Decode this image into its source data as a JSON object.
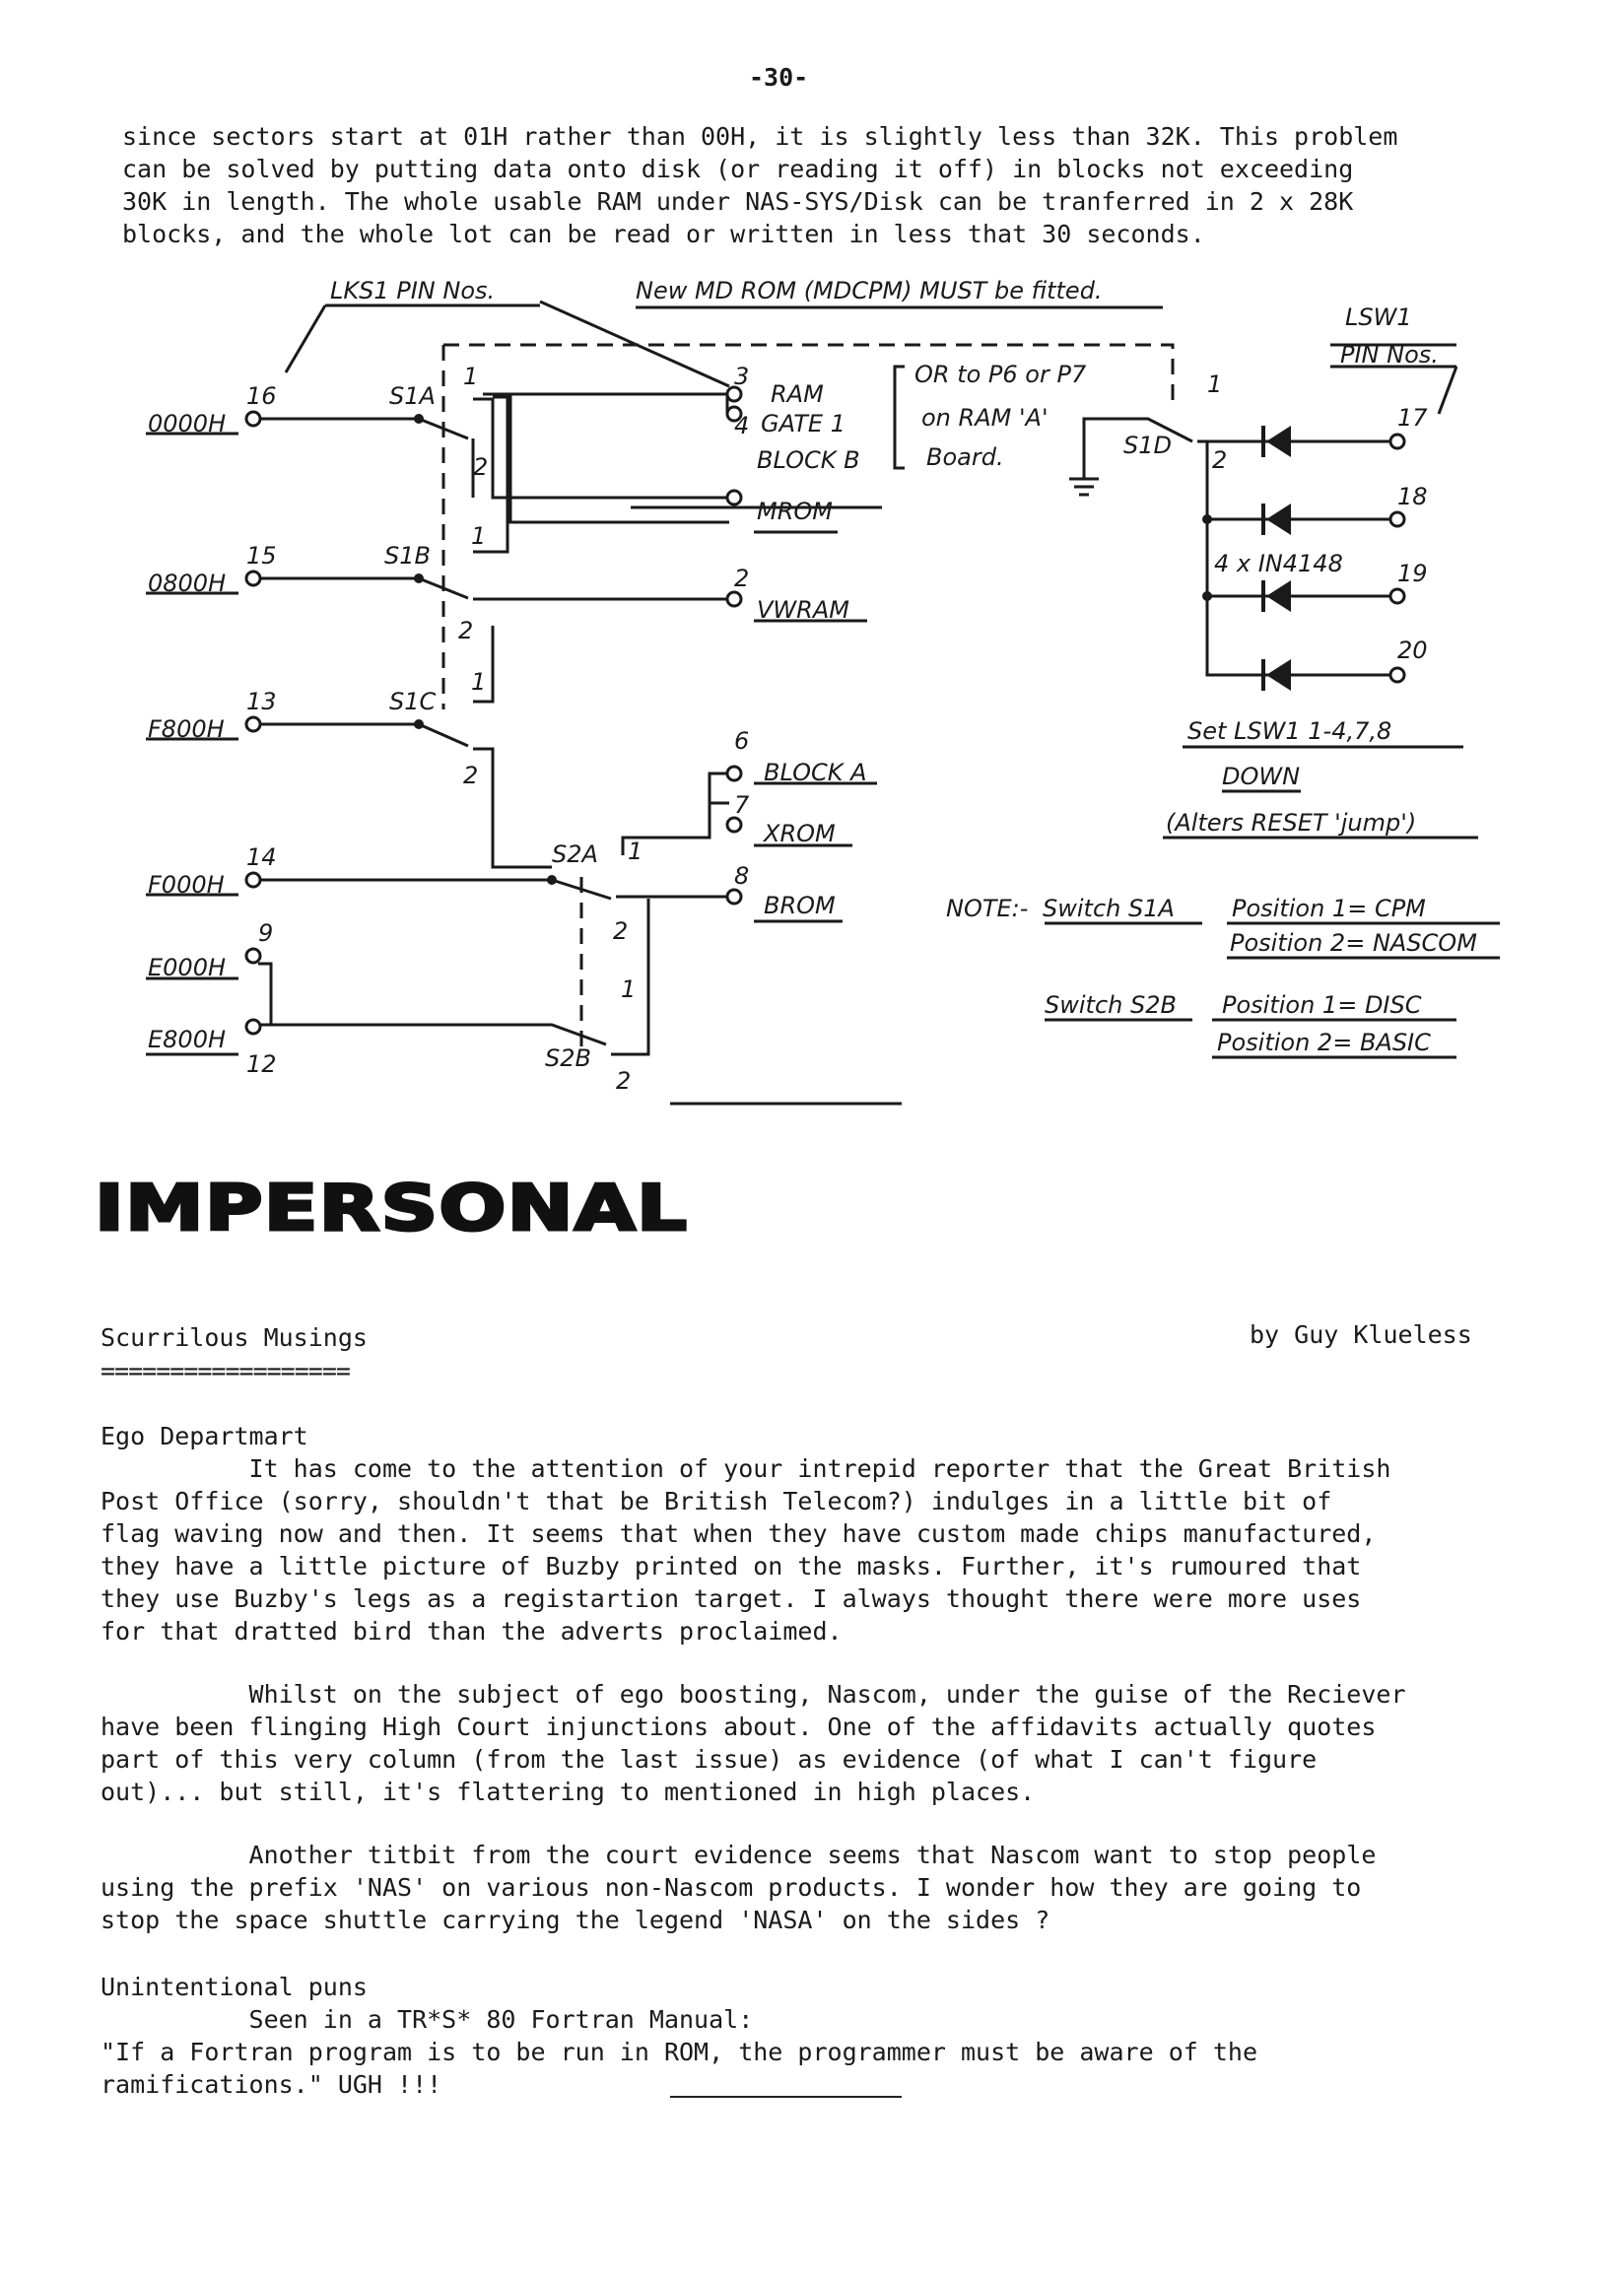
{
  "page_number": "-30-",
  "intro_lines": [
    "since sectors start at 01H rather than 00H, it is slightly less than 32K. This problem",
    "can be solved by putting data onto disk (or reading it off) in blocks not exceeding",
    "30K in length. The whole usable RAM under NAS-SYS/Disk can be tranferred in 2 x 28K",
    "blocks, and the whole lot can be read or written in less that 30 seconds."
  ],
  "diagram": {
    "lks1_label": "LKS1 PIN Nos.",
    "mdrom_note": "New MD ROM (MDCPM) MUST be fitted.",
    "lsw1_label_1": "LSW1",
    "lsw1_label_2": "PIN Nos.",
    "addr_0000": "0000H",
    "addr_0800": "0800H",
    "addr_f800": "F800H",
    "addr_f000": "F000H",
    "addr_e000": "E000H",
    "addr_e800": "E800H",
    "pin_16": "16",
    "pin_15": "15",
    "pin_13": "13",
    "pin_14": "14",
    "pin_9": "9",
    "pin_12": "12",
    "s1a": "S1A",
    "s1b": "S1B",
    "s1c": "S1C",
    "s1d": "S1D",
    "s2a": "S2A",
    "s2b": "S2B",
    "pos_1": "1",
    "pos_2": "2",
    "pin_3": "3",
    "pin_4": "4",
    "pin_2": "2",
    "pin_6": "6",
    "pin_7": "7",
    "pin_8": "8",
    "ram": "RAM",
    "gate1": "GATE 1",
    "blockb": "BLOCK B",
    "mrom": "MROM",
    "vwram": "VWRAM",
    "blocka": "BLOCK A",
    "xrom": "XROM",
    "brom": "BROM",
    "or_p6p7": "OR to P6 or P7",
    "on_ram_a": "on RAM 'A'",
    "board": "Board.",
    "diodes": "4 x IN4148",
    "lsw_17": "17",
    "lsw_18": "18",
    "lsw_19": "19",
    "lsw_20": "20",
    "set_lsw1": "Set LSW1  1-4,7,8",
    "down": "DOWN",
    "alters_reset": "(Alters RESET 'jump')",
    "note_label": "NOTE:-",
    "note_switch_s1a": "Switch  S1A",
    "s1a_pos1": "Position 1= CPM",
    "s1a_pos2": "Position 2= NASCOM",
    "note_switch_s2b": "Switch  S2B",
    "s2b_pos1": "Position 1= DISC",
    "s2b_pos2": "Position 2= BASIC"
  },
  "heading": "IMPERSONAL",
  "column": {
    "title": "Scurrilous Musings",
    "title_underline": "==================",
    "byline": "by Guy Klueless"
  },
  "sections": [
    {
      "heading": "Ego Departmart",
      "lines": [
        "          It has come to the attention of your intrepid reporter that the Great British",
        "Post Office (sorry, shouldn't that be British Telecom?) indulges in a little bit of",
        "flag waving now and then. It seems that when they have custom made chips manufactured,",
        "they have a little picture of Buzby printed on the masks. Further, it's rumoured that",
        "they use Buzby's legs as a registartion target. I always thought there were more uses",
        "for that dratted bird than the adverts proclaimed."
      ]
    },
    {
      "heading": "",
      "lines": [
        "          Whilst on the subject of ego boosting, Nascom, under the guise of the Reciever",
        "have been flinging High Court injunctions about. One of the affidavits actually quotes",
        "part of this very column (from the last issue) as evidence (of what I can't figure",
        "out)... but still, it's flattering to mentioned in high places."
      ]
    },
    {
      "heading": "",
      "lines": [
        "          Another titbit from the court evidence seems that Nascom want to stop people",
        "using the prefix 'NAS' on various non-Nascom products. I wonder how they are going to",
        "stop the space shuttle carrying the legend 'NASA' on the sides ?"
      ]
    },
    {
      "heading": "Unintentional puns",
      "lines": [
        "          Seen in a TR*S* 80 Fortran Manual:",
        "\"If a Fortran program is to be run in ROM, the programmer must be aware of the",
        "ramifications.\" UGH !!!"
      ]
    }
  ]
}
